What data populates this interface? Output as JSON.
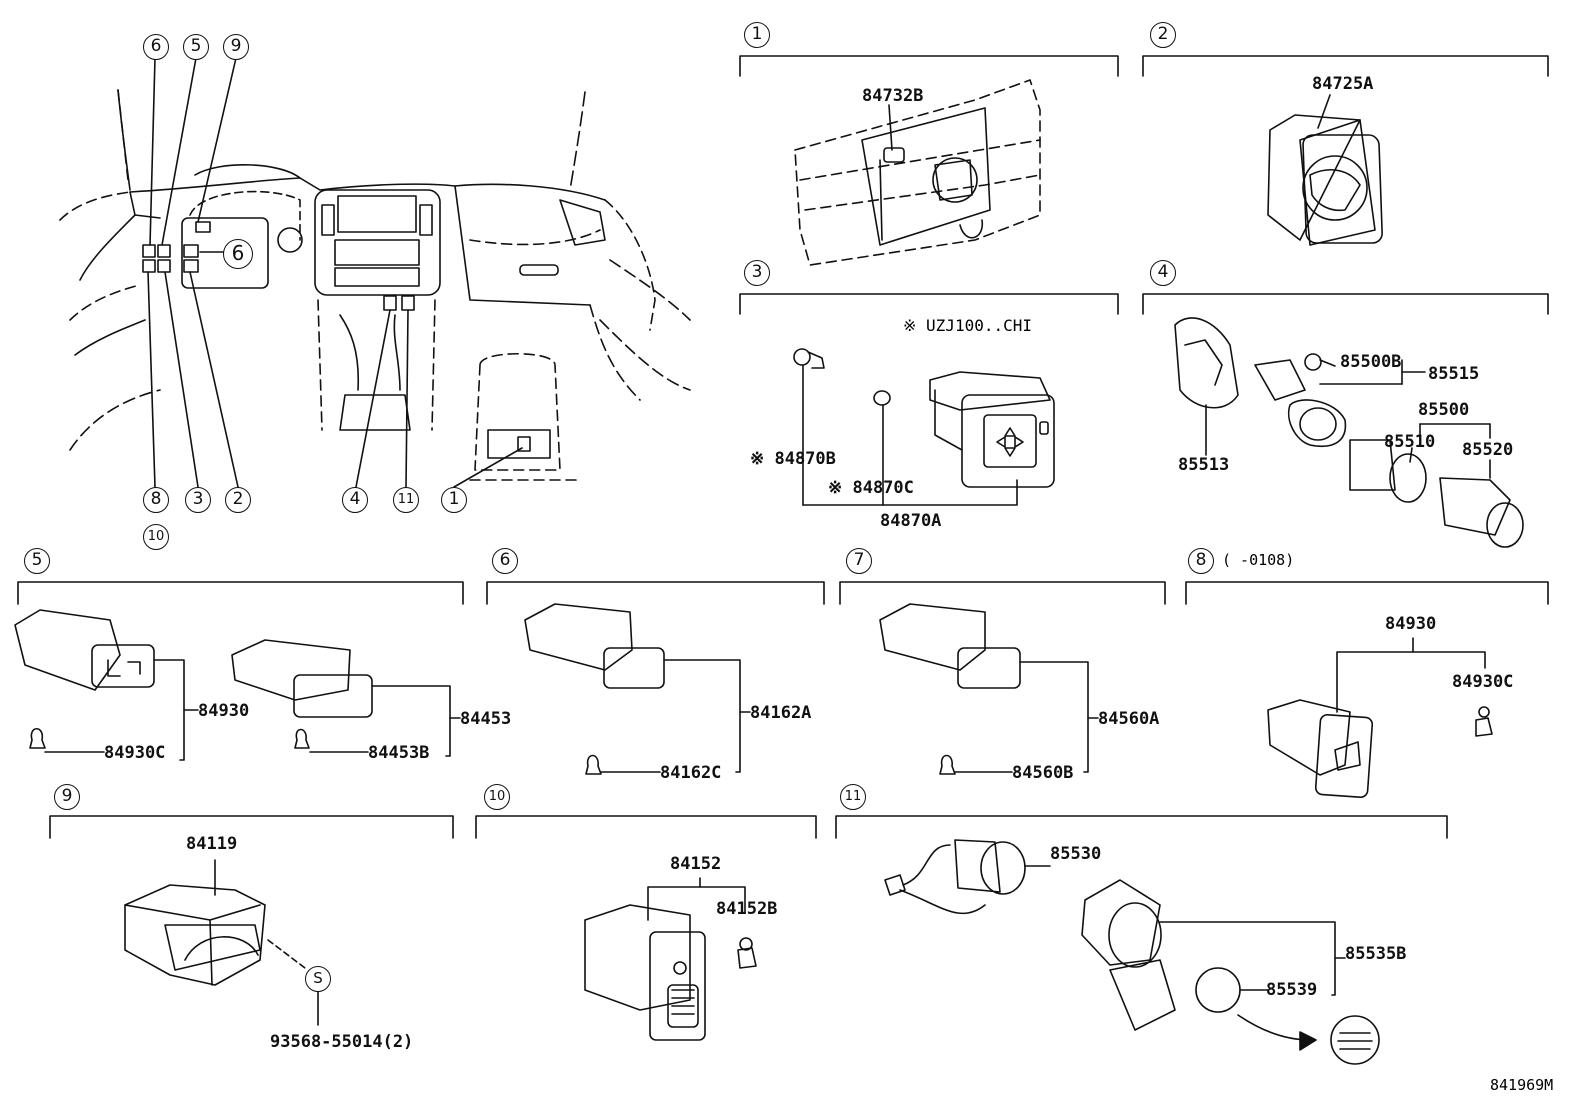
{
  "circled_numbers": {
    "n1": "1",
    "n2": "2",
    "n3": "3",
    "n4": "4",
    "n5": "5",
    "n6": "6",
    "n7": "7",
    "n8": "8",
    "n9": "9",
    "n10": "10",
    "n11": "11"
  },
  "overview": {
    "callouts_top": [
      "6",
      "5",
      "9"
    ],
    "callout_center": "6",
    "callouts_bottom": [
      "8",
      "3",
      "2",
      "4",
      "11",
      "1"
    ],
    "callout_extra": "10"
  },
  "section_headers": {
    "s1": "1",
    "s2": "2",
    "s3": "3",
    "s4": "4",
    "s5": "5",
    "s6": "6",
    "s7": "7",
    "s8": "8",
    "s9": "9",
    "s10": "10",
    "s11": "11",
    "s8_range": "(      -0108)"
  },
  "parts": {
    "p84732B": "84732B",
    "p84725A": "84725A",
    "note_uzj": "※ UZJ100..CHI",
    "p84870B": "※ 84870B",
    "p84870C": "※ 84870C",
    "p84870A": "84870A",
    "p85500B": "85500B",
    "p85515": "85515",
    "p85500": "85500",
    "p85510": "85510",
    "p85520": "85520",
    "p85513": "85513",
    "p84930_5": "84930",
    "p84930C_5": "84930C",
    "p84453": "84453",
    "p84453B": "84453B",
    "p84162A": "84162A",
    "p84162C": "84162C",
    "p84560A": "84560A",
    "p84560B": "84560B",
    "p84930_8": "84930",
    "p84930C_8": "84930C",
    "p84119": "84119",
    "p93568": "93568-55014(2)",
    "screw_symbol": "S",
    "p84152": "84152",
    "p84152B": "84152B",
    "p85530": "85530",
    "p85535B": "85535B",
    "p85539": "85539"
  },
  "diagram_code": "841969M"
}
